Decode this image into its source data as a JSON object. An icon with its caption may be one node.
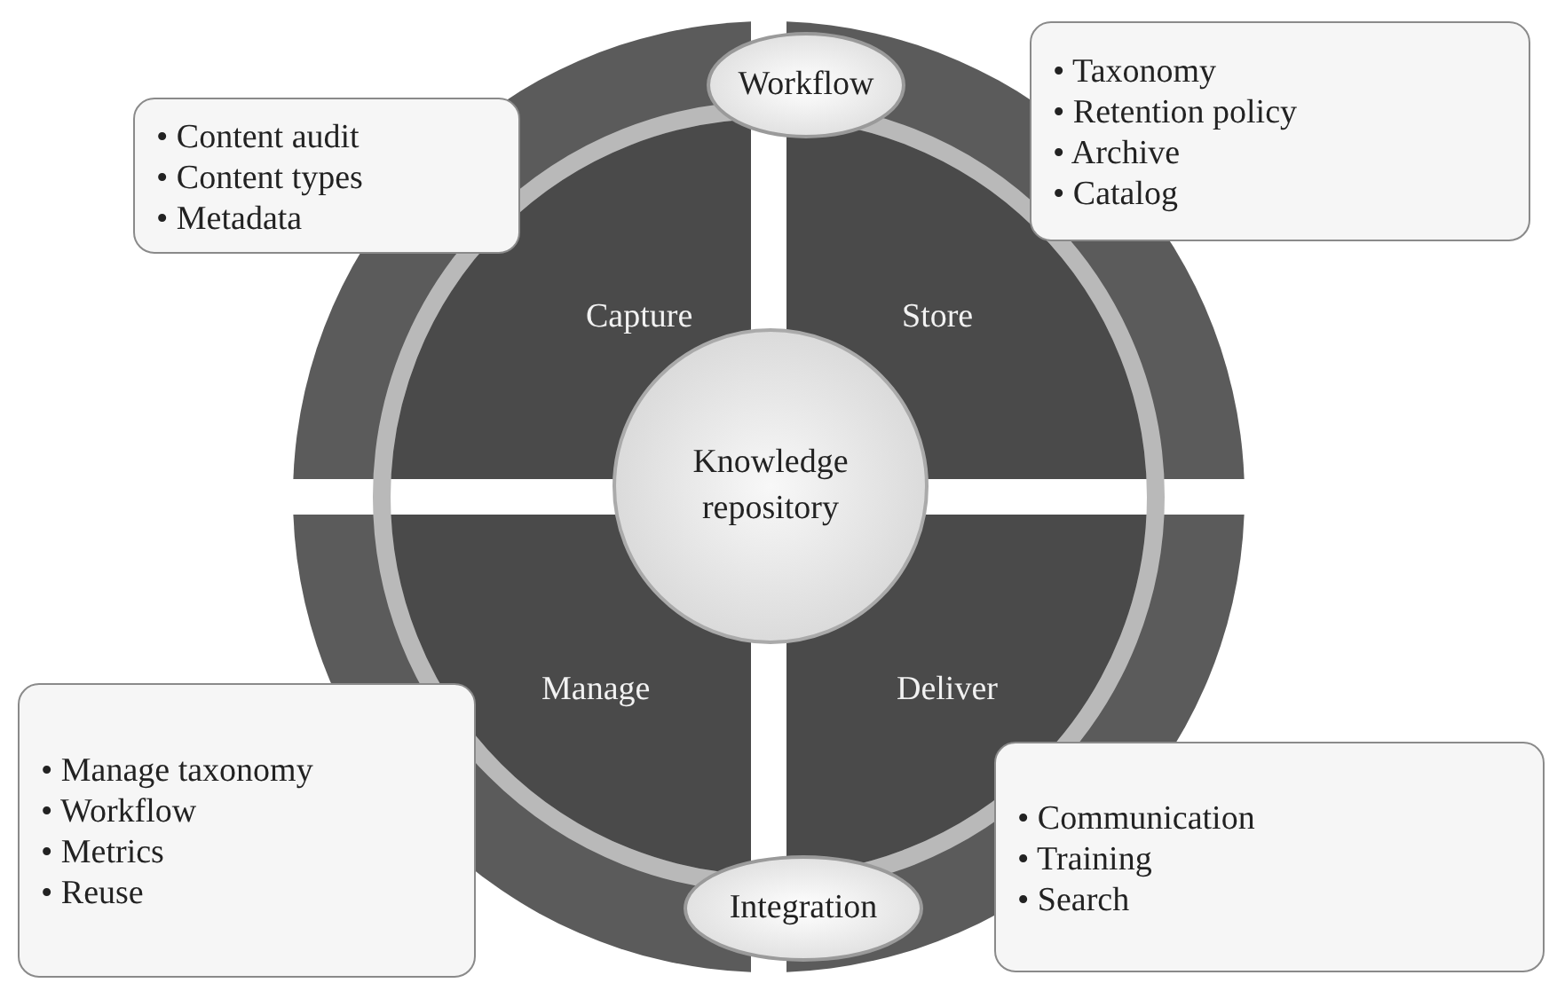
{
  "diagram": {
    "nodes": [
      {
        "text": [
          "• Content audit",
          "• Content types",
          "• Metadata"
        ]
      },
      {
        "text": [
          "Workflow"
        ]
      },
      {
        "text": [
          "• Taxonomy",
          "• Retention policy",
          "• Archive",
          "• Catalog"
        ]
      },
      {
        "text": [
          "Capture"
        ]
      },
      {
        "text": [
          "Store"
        ]
      },
      {
        "text": [
          "Knowledge repository"
        ]
      },
      {
        "text": [
          "Manage"
        ]
      },
      {
        "text": [
          "Deliver"
        ]
      },
      {
        "text": [
          "• Manage taxonomy",
          "• Workflow",
          "• Metrics",
          "• Reuse"
        ]
      },
      {
        "text": [
          "Integration"
        ]
      },
      {
        "text": [
          "• Communication",
          "• Training",
          "• Search"
        ]
      }
    ],
    "edges": []
  }
}
